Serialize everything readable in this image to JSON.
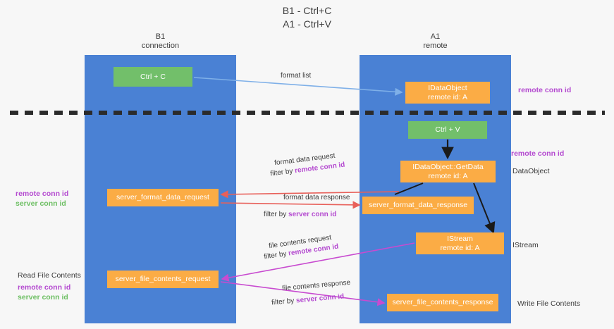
{
  "title": {
    "line1": "B1 - Ctrl+C",
    "line2": "A1 - Ctrl+V"
  },
  "lanes": [
    {
      "id": "b1",
      "name": "B1",
      "role": "connection",
      "color": "#4a81d4"
    },
    {
      "id": "a1",
      "name": "A1",
      "role": "remote",
      "color": "#4a81d4"
    }
  ],
  "colors": {
    "lane": "#4a81d4",
    "green_node": "#72bf6a",
    "orange_node": "#fbac45",
    "purple_text": "#b44ad0",
    "green_text": "#6dbf63",
    "plain_text": "#3c3c3c",
    "divider": "#2b2b2b",
    "arrow_blue": "#7fb0e8",
    "arrow_red": "#e8605a",
    "arrow_magenta": "#c84bd0",
    "arrow_black": "#1a1a1a",
    "background": "#f7f7f7"
  },
  "nodes": {
    "ctrl_c": {
      "label": "Ctrl + C",
      "kind": "green"
    },
    "idataobject": {
      "line1": "IDataObject",
      "line2": "remote id: A",
      "kind": "orange"
    },
    "ctrl_v": {
      "label": "Ctrl + V",
      "kind": "green"
    },
    "getdata": {
      "line1": "IDataObject::GetData",
      "line2": "remote id: A",
      "kind": "orange"
    },
    "server_format_data_request": {
      "label": "server_format_data_request",
      "kind": "orange"
    },
    "server_format_data_response": {
      "label": "server_format_data_response",
      "kind": "orange"
    },
    "istream": {
      "line1": "IStream",
      "line2": "remote id: A",
      "kind": "orange"
    },
    "server_file_contents_request": {
      "label": "server_file_contents_request",
      "kind": "orange"
    },
    "server_file_contents_response": {
      "label": "server_file_contents_response",
      "kind": "orange"
    }
  },
  "edge_labels": {
    "format_list": "format list",
    "format_data_request": "format data request",
    "format_data_request_filter_prefix": "filter by ",
    "format_data_request_filter_key": "remote conn id",
    "format_data_response": "format data response",
    "format_data_response_filter_prefix": "filter by ",
    "format_data_response_filter_key": "server conn id",
    "file_contents_request": "file contents request",
    "file_contents_request_filter_prefix": "filter by ",
    "file_contents_request_filter_key": "remote conn id",
    "file_contents_response": "file contents response",
    "file_contents_response_filter_prefix": "filter by ",
    "file_contents_response_filter_key": "server conn id"
  },
  "side_labels": {
    "right_remote_conn_id_top": "remote conn id",
    "right_remote_conn_id_mid": "remote conn id",
    "right_dataobject": "DataObject",
    "right_istream": "IStream",
    "right_write_file_contents": "Write File Contents",
    "left_remote_conn_id": "remote conn id",
    "left_server_conn_id": "server conn id",
    "left_read_file_contents": "Read File Contents",
    "left_remote_conn_id_2": "remote conn id",
    "left_server_conn_id_2": "server conn id"
  }
}
